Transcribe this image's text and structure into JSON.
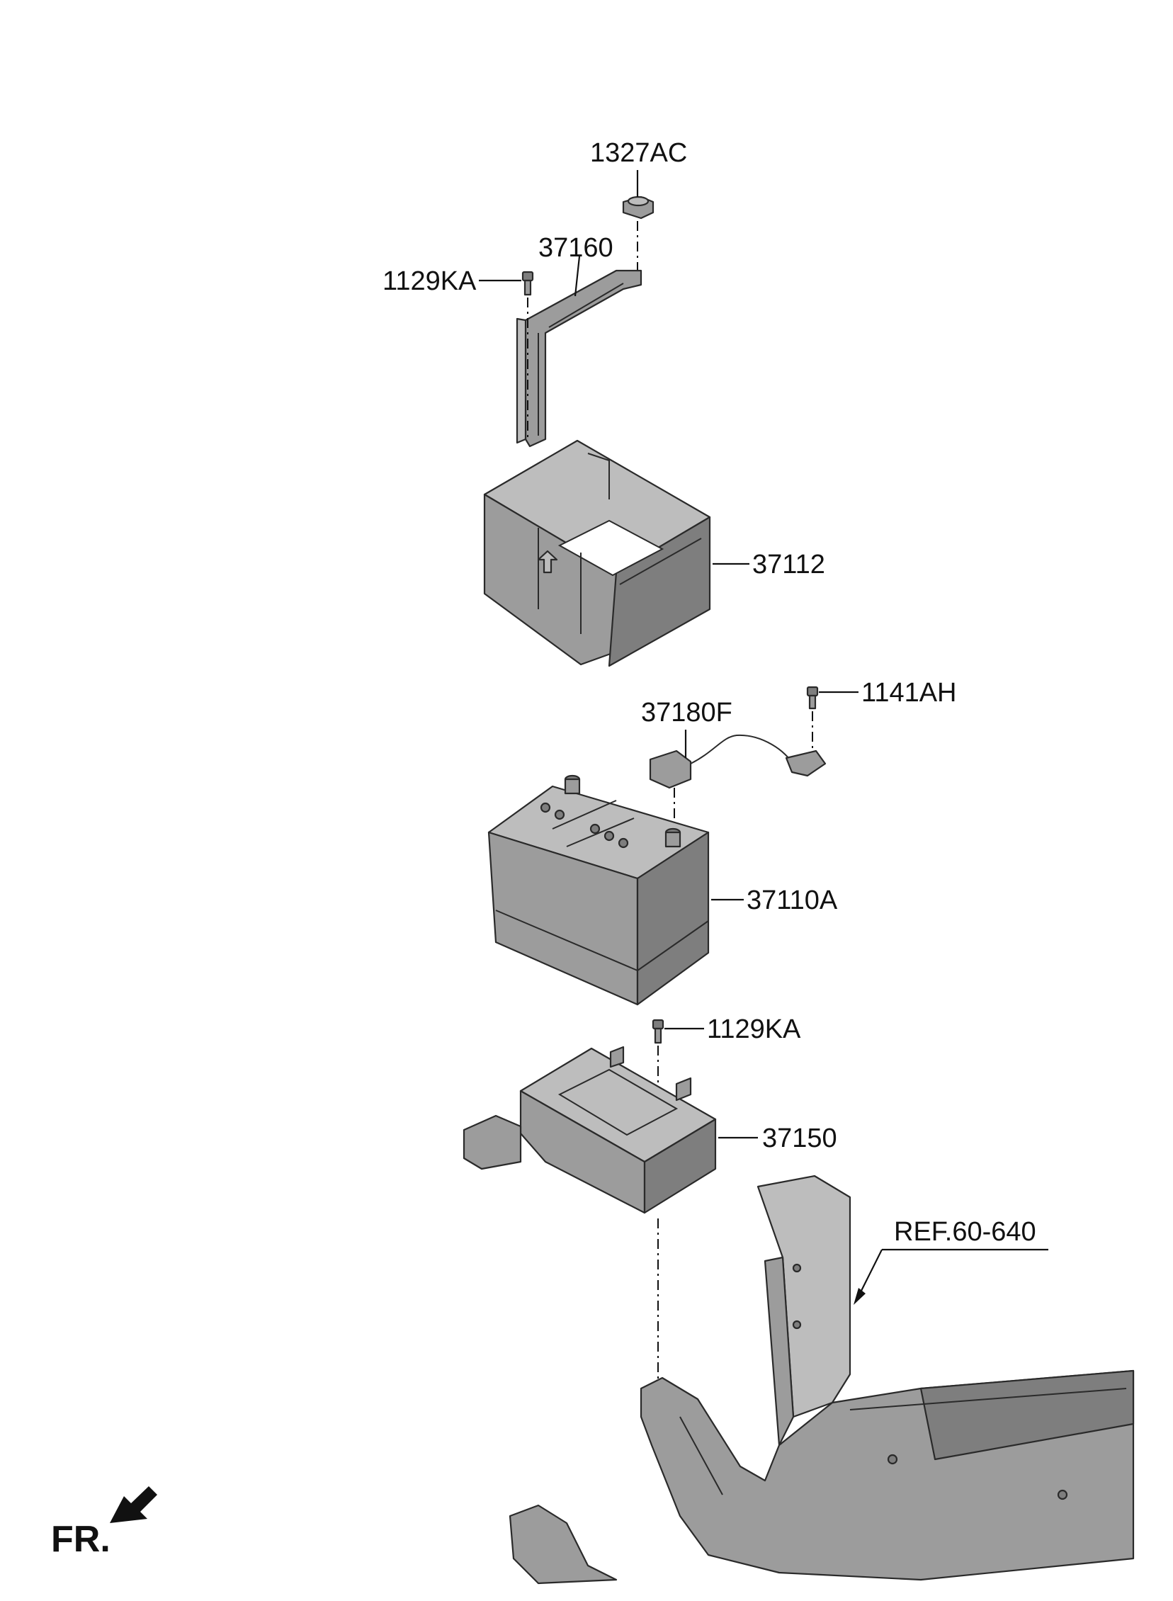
{
  "callouts": {
    "nut_top": "1327AC",
    "bracket": "37160",
    "bolt_bracket": "1129KA",
    "battery_cover": "37112",
    "cable": "37180F",
    "bolt_cable": "1141AH",
    "battery": "37110A",
    "bolt_tray": "1129KA",
    "tray": "37150",
    "reference": "REF.60-640"
  },
  "direction": {
    "label": "FR.",
    "arrow_icon": "front-direction-arrow-icon"
  },
  "colors": {
    "part_fill": "#9c9c9c",
    "part_light": "#bdbdbd",
    "part_dark": "#7e7e7e",
    "outline": "#2a2a2a"
  }
}
